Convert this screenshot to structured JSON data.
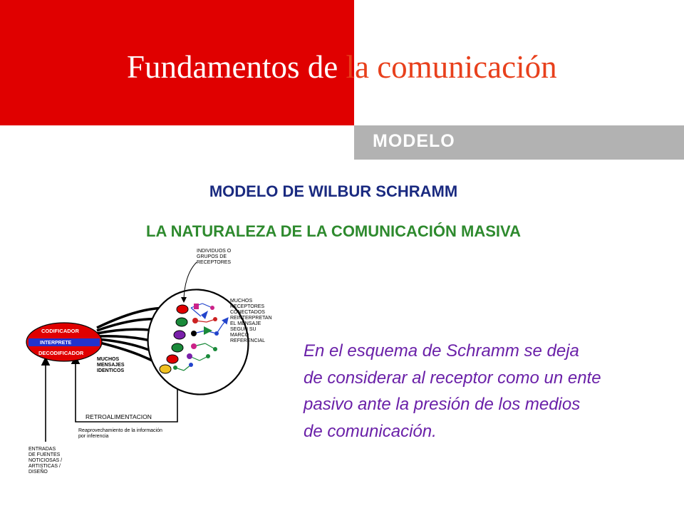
{
  "header": {
    "title_part1": "Fundamentos de",
    "title_part2": "la comunicación",
    "section_label": "MODELO"
  },
  "content": {
    "heading": "MODELO DE WILBUR SCHRAMM",
    "subheading": "LA NATURALEZA DE LA COMUNICACIÓN MASIVA",
    "description": "En el esquema de Schramm se deja de considerar al receptor como un ente pasivo ante la presión de los medios de comunicación."
  },
  "diagram": {
    "codificador": "CODIFICADOR",
    "interprete": "INTERPRETE",
    "decodificador": "DECODIFICADOR",
    "mensajes": [
      "MUCHOS",
      "MENSAJES",
      "IDENTICOS"
    ],
    "individuos": [
      "INDIVIDUOS O",
      "GRUPOS DE",
      "RECEPTORES"
    ],
    "receptores": [
      "MUCHOS",
      "RECEPTORES",
      "CONECTADOS",
      "REINTERPRETAN",
      "EL MENSAJE",
      "SEGUN SU",
      "MARCO",
      "REFERENCIAL"
    ],
    "retro_label": "RETROALIMENTACION",
    "retro_desc": [
      "Reaprovechamiento de la información",
      "por inferencia"
    ],
    "entradas": [
      "ENTRADAS",
      "DE FUENTES",
      "NOTICIOSAS /",
      "ARTISTICAS /",
      "DISEÑO"
    ]
  },
  "colors": {
    "red": "#e00000",
    "title_accent": "#e8401c",
    "gray_bar": "#b2b2b2",
    "heading": "#1a2a80",
    "subheading": "#2e8a2e",
    "body_text": "#6a20a8"
  }
}
